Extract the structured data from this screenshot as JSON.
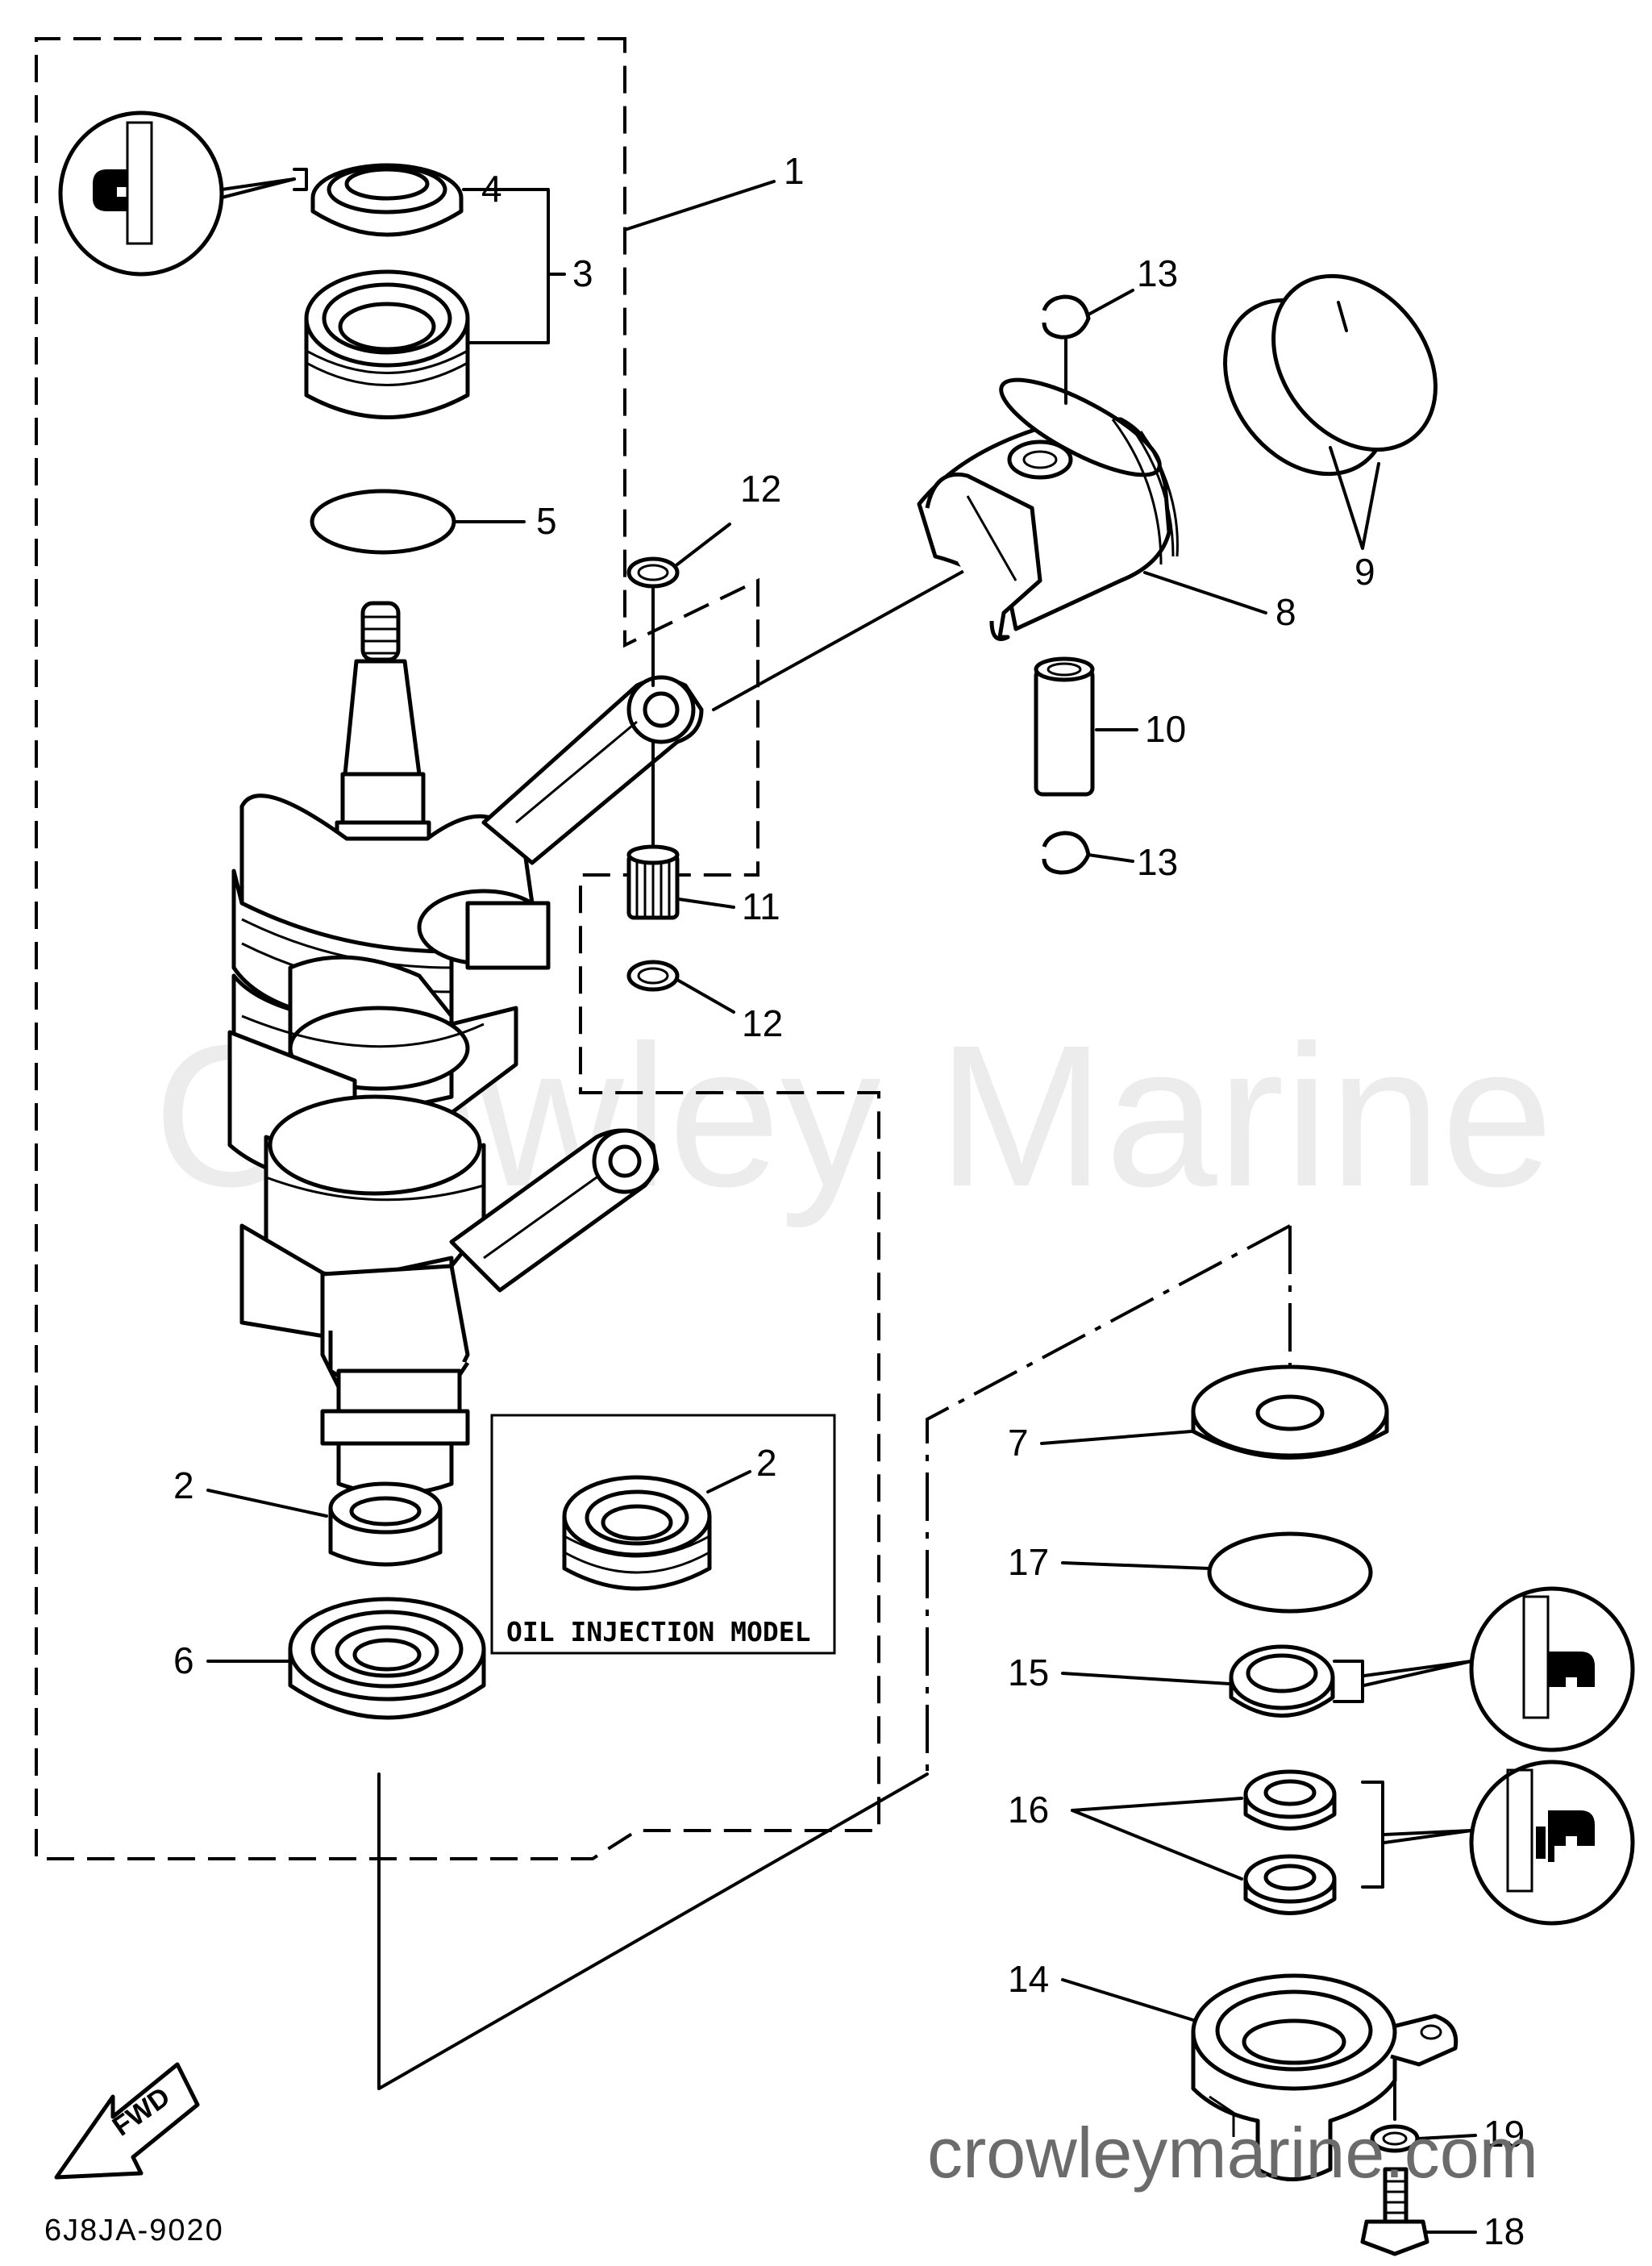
{
  "watermark": "Crowley Marine",
  "site_url": "crowleymarine.com",
  "diagram_code": "6J8JA-9020",
  "fwd_label": "FWD",
  "inset": {
    "label": "OIL INJECTION MODEL"
  },
  "callouts": {
    "c1": "1",
    "c2a": "2",
    "c2b": "2",
    "c3": "3",
    "c4": "4",
    "c5": "5",
    "c6": "6",
    "c7": "7",
    "c8": "8",
    "c9": "9",
    "c10": "10",
    "c11": "11",
    "c12a": "12",
    "c12b": "12",
    "c13a": "13",
    "c13b": "13",
    "c14": "14",
    "c15": "15",
    "c16": "16",
    "c17": "17",
    "c18": "18",
    "c19": "19"
  },
  "icons": [
    "grease-gun-icon",
    "grease-gun-icon",
    "grease-gun-icon",
    "fwd-arrow-icon"
  ]
}
